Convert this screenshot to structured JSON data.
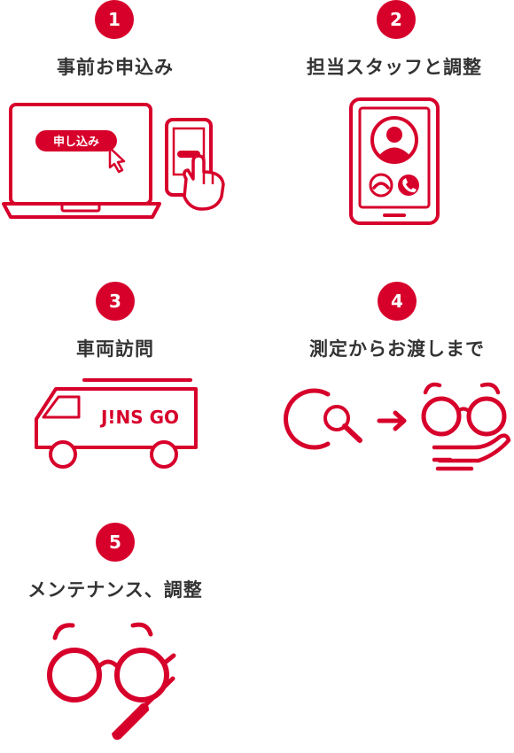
{
  "colors": {
    "accent": "#d7002b",
    "title_text": "#333333"
  },
  "steps": [
    {
      "number": "1",
      "title": "事前お申込み",
      "illustration": {
        "button_label": "申し込み",
        "icons": [
          "laptop-icon",
          "phone-tap-icon",
          "cursor-icon"
        ]
      }
    },
    {
      "number": "2",
      "title": "担当スタッフと調整",
      "illustration": {
        "icons": [
          "tablet-icon",
          "person-icon",
          "hangup-icon",
          "call-icon"
        ]
      }
    },
    {
      "number": "3",
      "title": "車両訪問",
      "illustration": {
        "van_text": "J!NS GO",
        "icons": [
          "van-icon"
        ]
      }
    },
    {
      "number": "4",
      "title": "測定からお渡しまで",
      "illustration": {
        "icons": [
          "measure-lens-icon",
          "arrow-right-icon",
          "glasses-icon",
          "hand-icon"
        ]
      }
    },
    {
      "number": "5",
      "title": "メンテナンス、調整",
      "illustration": {
        "icons": [
          "glasses-icon",
          "screwdriver-icon"
        ]
      }
    }
  ]
}
